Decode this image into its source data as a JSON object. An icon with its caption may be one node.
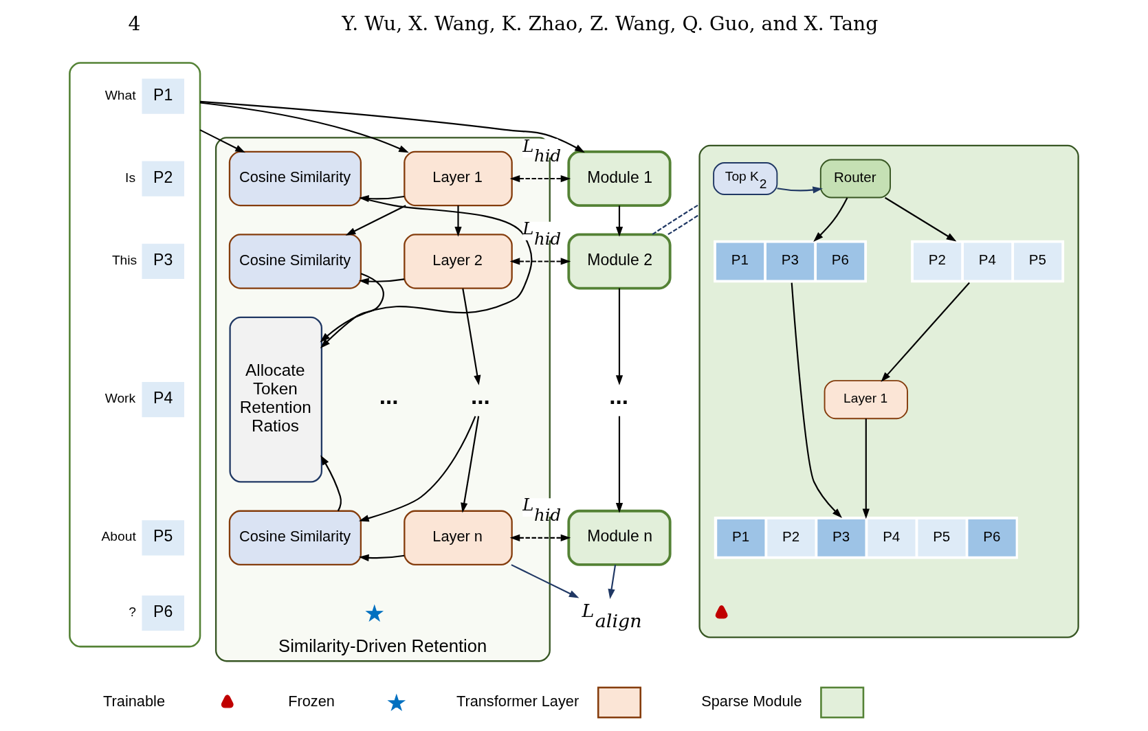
{
  "diagram": {
    "nodes": [
      {
        "text": [],
        "shape": "box"
      },
      {
        "text": [
          "P1"
        ],
        "beside": [
          "What"
        ],
        "in": 0
      },
      {
        "text": [
          "P2"
        ],
        "beside": [
          "Is"
        ],
        "in": 0
      },
      {
        "text": [
          "P3"
        ],
        "beside": [
          "This"
        ],
        "in": 0
      },
      {
        "text": [
          "P4"
        ],
        "beside": [
          "Work"
        ],
        "in": 0
      },
      {
        "text": [
          "P5"
        ],
        "beside": [
          "About"
        ],
        "in": 0
      },
      {
        "text": [
          "P6"
        ],
        "beside": [
          "?"
        ],
        "in": 0
      },
      {
        "text": [
          "Similarity-Driven Retention"
        ]
      },
      {
        "text": [
          "Allocate Token Retention Ratios"
        ],
        "in": 7
      },
      {
        "text": [
          "Cosine Similarity"
        ],
        "in": 7
      },
      {
        "text": [
          "Layer 1"
        ],
        "in": 7
      },
      {
        "text": [
          "Cosine Similarity"
        ],
        "in": 7
      },
      {
        "text": [
          "Layer 2"
        ],
        "in": 7
      },
      {
        "text": [
          "Cosine Similarity"
        ],
        "in": 7
      },
      {
        "text": [
          "Layer n"
        ],
        "in": 7
      },
      {
        "text": [
          "..."
        ],
        "in": 7
      },
      {
        "text": [
          "Module 1"
        ]
      },
      {
        "text": [
          "Module 2"
        ]
      },
      {
        "text": [
          "..."
        ]
      },
      {
        "text": [
          "Module n"
        ]
      },
      {
        "text": [
          "L$_{align}$"
        ]
      },
      {
        "text": [],
        "shape": "box"
      },
      {
        "text": [
          "Top K$_{2}$"
        ],
        "in": 21
      },
      {
        "text": [
          "Router"
        ],
        "in": 21
      },
      {
        "text": [
          "P1",
          "P3",
          "P6"
        ],
        "in": 21
      },
      {
        "text": [
          "P2",
          "P4",
          "P5"
        ],
        "in": 21
      },
      {
        "text": [
          "Layer 1"
        ],
        "in": 21
      },
      {
        "text": [
          "P1",
          "P2",
          "P3",
          "P4",
          "P5",
          "P6"
        ],
        "in": 21
      }
    ],
    "edges": [
      {
        "from": 0,
        "to": 9,
        "arrow": "to"
      },
      {
        "from": 0,
        "to": 10,
        "arrow": "to"
      },
      {
        "from": 0,
        "to": 16,
        "arrow": "to"
      },
      {
        "from": 9,
        "to": 8,
        "arrow": "to"
      },
      {
        "from": 11,
        "to": 8,
        "arrow": "to"
      },
      {
        "from": 13,
        "to": 8,
        "arrow": "to"
      },
      {
        "from": 10,
        "to": 9,
        "arrow": "to"
      },
      {
        "from": 10,
        "to": 11,
        "arrow": "to"
      },
      {
        "from": 10,
        "to": 12,
        "arrow": "to"
      },
      {
        "from": 12,
        "to": 11,
        "arrow": "to"
      },
      {
        "from": 12,
        "to": 15,
        "arrow": "to"
      },
      {
        "from": 15,
        "to": 13,
        "arrow": "to"
      },
      {
        "from": 15,
        "to": 14,
        "arrow": "to"
      },
      {
        "from": 14,
        "to": 13,
        "arrow": "to"
      },
      {
        "from": 14,
        "to": 20,
        "arrow": "to",
        "color": "#203864"
      },
      {
        "from": 10,
        "to": 16,
        "arrow": "both",
        "style": "dashed",
        "label": "L$_{hid}$"
      },
      {
        "from": 12,
        "to": 17,
        "arrow": "both",
        "style": "dashed",
        "label": "L$_{hid}$"
      },
      {
        "from": 14,
        "to": 19,
        "arrow": "both",
        "style": "dashed",
        "label": "L$_{hid}$"
      },
      {
        "from": 16,
        "to": 17,
        "arrow": "to"
      },
      {
        "from": 17,
        "to": 18,
        "arrow": "to"
      },
      {
        "from": 18,
        "to": 19,
        "arrow": "to"
      },
      {
        "from": 19,
        "to": 20,
        "arrow": "to",
        "color": "#203864"
      },
      {
        "from": 17,
        "to": 21,
        "arrow": "none",
        "style": "dashed",
        "color": "#203864"
      },
      {
        "from": 17,
        "to": 21,
        "arrow": "none",
        "style": "dashed",
        "color": "#203864"
      },
      {
        "from": 22,
        "to": 23,
        "arrow": "to",
        "color": "#203864"
      },
      {
        "from": 23,
        "to": 24,
        "arrow": "to"
      },
      {
        "from": 23,
        "to": 25,
        "arrow": "to"
      },
      {
        "from": 25,
        "to": 26,
        "arrow": "to"
      },
      {
        "from": 24,
        "to": 27,
        "arrow": "to"
      },
      {
        "from": 26,
        "to": 27,
        "arrow": "to"
      }
    ],
    "labels": [
      "4",
      "Y. Wu, X. Wang, K. Zhao, Z. Wang, Q. Guo, and X. Tang",
      "..."
    ],
    "legend": [
      {
        "text": "Trainable"
      },
      {
        "text": "Frozen"
      },
      {
        "text": "Transformer Layer",
        "color": "#fbe5d6"
      },
      {
        "text": "Sparse Module",
        "color": "#e2efda"
      }
    ]
  }
}
